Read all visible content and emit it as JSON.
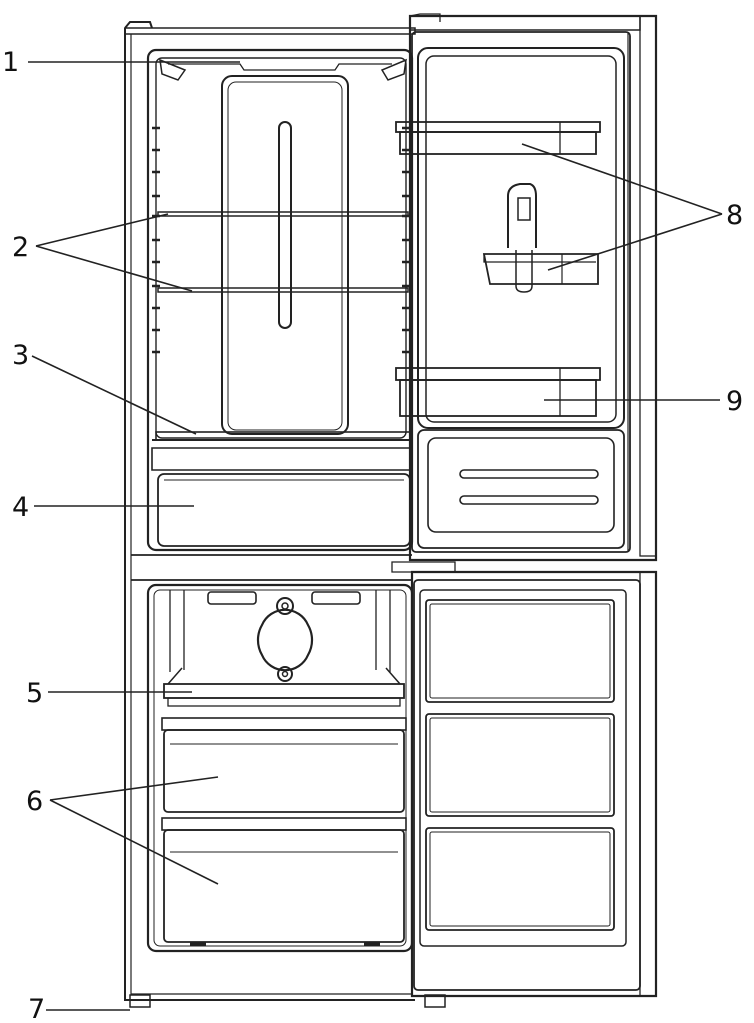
{
  "callouts": [
    {
      "number": "1"
    },
    {
      "number": "2"
    },
    {
      "number": "3"
    },
    {
      "number": "4"
    },
    {
      "number": "5"
    },
    {
      "number": "6"
    },
    {
      "number": "7"
    },
    {
      "number": "8"
    },
    {
      "number": "9"
    }
  ],
  "colors": {
    "line": "#222222",
    "background": "#ffffff"
  }
}
